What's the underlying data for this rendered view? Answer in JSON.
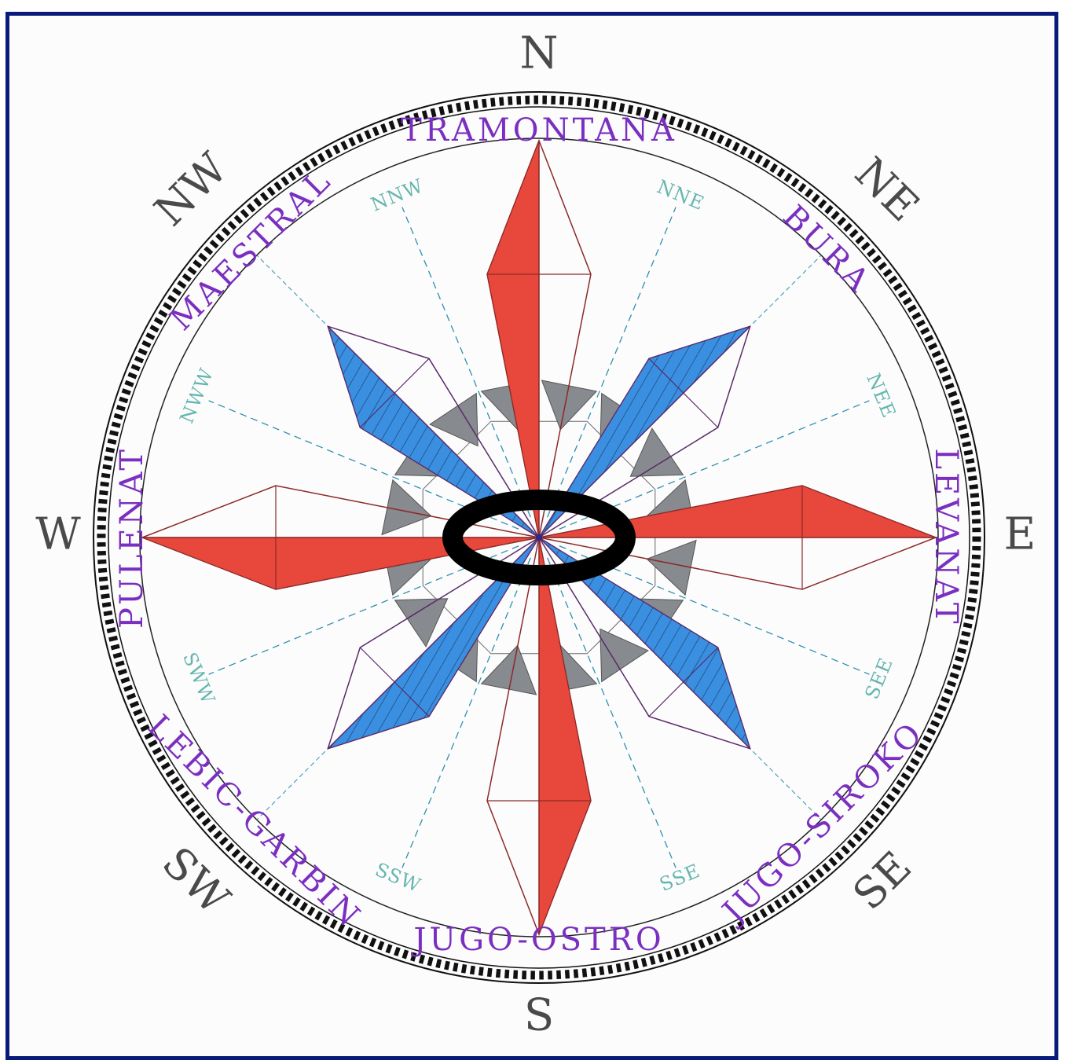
{
  "colors": {
    "frame": "#0a1a7a",
    "background": "#fdfcfc",
    "principal_arm": "#e8483c",
    "principal_outline": "#8b2a2a",
    "intercardinal_arm": "#3a8fe0",
    "intercardinal_outline": "#5a2a6a",
    "small_triangle": "#878a8e",
    "cardinal_label": "#4a4a4a",
    "wind_label": "#7a2fc0",
    "half_wind_label": "#66b6b0",
    "guide_line": "#2e8fb0"
  },
  "cardinals": [
    {
      "label": "N",
      "angle": 0
    },
    {
      "label": "NE",
      "angle": 45
    },
    {
      "label": "E",
      "angle": 90
    },
    {
      "label": "SE",
      "angle": 135
    },
    {
      "label": "S",
      "angle": 180
    },
    {
      "label": "SW",
      "angle": 225
    },
    {
      "label": "W",
      "angle": 270
    },
    {
      "label": "NW",
      "angle": 315
    }
  ],
  "winds": [
    {
      "name": "TRAMONTANA",
      "angle": 0
    },
    {
      "name": "BURA",
      "angle": 45
    },
    {
      "name": "LEVANAT",
      "angle": 90
    },
    {
      "name": "JUGO-SIROKO",
      "angle": 135
    },
    {
      "name": "JUGO-OSTRO",
      "angle": 180
    },
    {
      "name": "LEBIC-GARBIN",
      "angle": 225
    },
    {
      "name": "PULENAT",
      "angle": 270
    },
    {
      "name": "MAESTRAL",
      "angle": 315
    }
  ],
  "half_winds": [
    {
      "label": "NNE",
      "angle": 22.5
    },
    {
      "label": "NEE",
      "angle": 67.5
    },
    {
      "label": "SEE",
      "angle": 112.5
    },
    {
      "label": "SSE",
      "angle": 157.5
    },
    {
      "label": "SSW",
      "angle": 202.5
    },
    {
      "label": "SWW",
      "angle": 247.5
    },
    {
      "label": "NWW",
      "angle": 292.5
    },
    {
      "label": "NNW",
      "angle": 337.5
    }
  ]
}
